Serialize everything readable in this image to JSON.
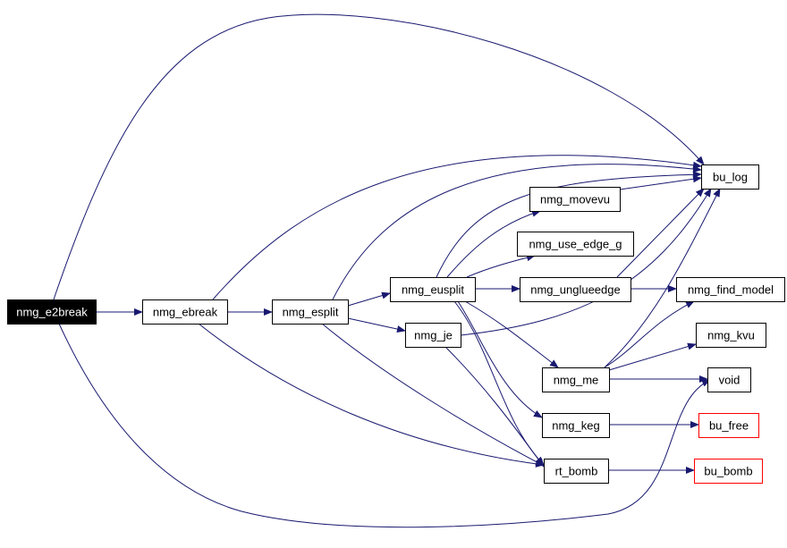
{
  "colors": {
    "edge": "#191970",
    "node_border": "#000000",
    "node_border_truncated": "#ff0000",
    "node_fill": "#ffffff",
    "root_fill": "#000000",
    "root_text": "#ffffff",
    "text": "#000000"
  },
  "nodes": {
    "e2break": {
      "label": "nmg_e2break"
    },
    "ebreak": {
      "label": "nmg_ebreak"
    },
    "esplit": {
      "label": "nmg_esplit"
    },
    "eusplit": {
      "label": "nmg_eusplit"
    },
    "je": {
      "label": "nmg_je"
    },
    "movevu": {
      "label": "nmg_movevu"
    },
    "use_edge_g": {
      "label": "nmg_use_edge_g"
    },
    "unglueedge": {
      "label": "nmg_unglueedge"
    },
    "me": {
      "label": "nmg_me"
    },
    "keg": {
      "label": "nmg_keg"
    },
    "rt_bomb": {
      "label": "rt_bomb"
    },
    "bu_log": {
      "label": "bu_log"
    },
    "find_model": {
      "label": "nmg_find_model"
    },
    "kvu": {
      "label": "nmg_kvu"
    },
    "void": {
      "label": "void"
    },
    "bu_free": {
      "label": "bu_free"
    },
    "bu_bomb": {
      "label": "bu_bomb"
    }
  },
  "edges": [
    {
      "from": "e2break",
      "to": "bu_log"
    },
    {
      "from": "e2break",
      "to": "ebreak"
    },
    {
      "from": "e2break",
      "to": "void"
    },
    {
      "from": "ebreak",
      "to": "bu_log"
    },
    {
      "from": "ebreak",
      "to": "esplit"
    },
    {
      "from": "ebreak",
      "to": "rt_bomb"
    },
    {
      "from": "esplit",
      "to": "bu_log"
    },
    {
      "from": "esplit",
      "to": "eusplit"
    },
    {
      "from": "esplit",
      "to": "je"
    },
    {
      "from": "esplit",
      "to": "rt_bomb"
    },
    {
      "from": "eusplit",
      "to": "bu_log"
    },
    {
      "from": "eusplit",
      "to": "movevu"
    },
    {
      "from": "eusplit",
      "to": "use_edge_g"
    },
    {
      "from": "eusplit",
      "to": "unglueedge"
    },
    {
      "from": "eusplit",
      "to": "me"
    },
    {
      "from": "eusplit",
      "to": "keg"
    },
    {
      "from": "eusplit",
      "to": "rt_bomb"
    },
    {
      "from": "je",
      "to": "bu_log"
    },
    {
      "from": "je",
      "to": "rt_bomb"
    },
    {
      "from": "movevu",
      "to": "bu_log"
    },
    {
      "from": "unglueedge",
      "to": "bu_log"
    },
    {
      "from": "unglueedge",
      "to": "find_model"
    },
    {
      "from": "me",
      "to": "bu_log"
    },
    {
      "from": "me",
      "to": "find_model"
    },
    {
      "from": "me",
      "to": "kvu"
    },
    {
      "from": "me",
      "to": "void"
    },
    {
      "from": "keg",
      "to": "bu_free"
    },
    {
      "from": "rt_bomb",
      "to": "bu_bomb"
    }
  ]
}
